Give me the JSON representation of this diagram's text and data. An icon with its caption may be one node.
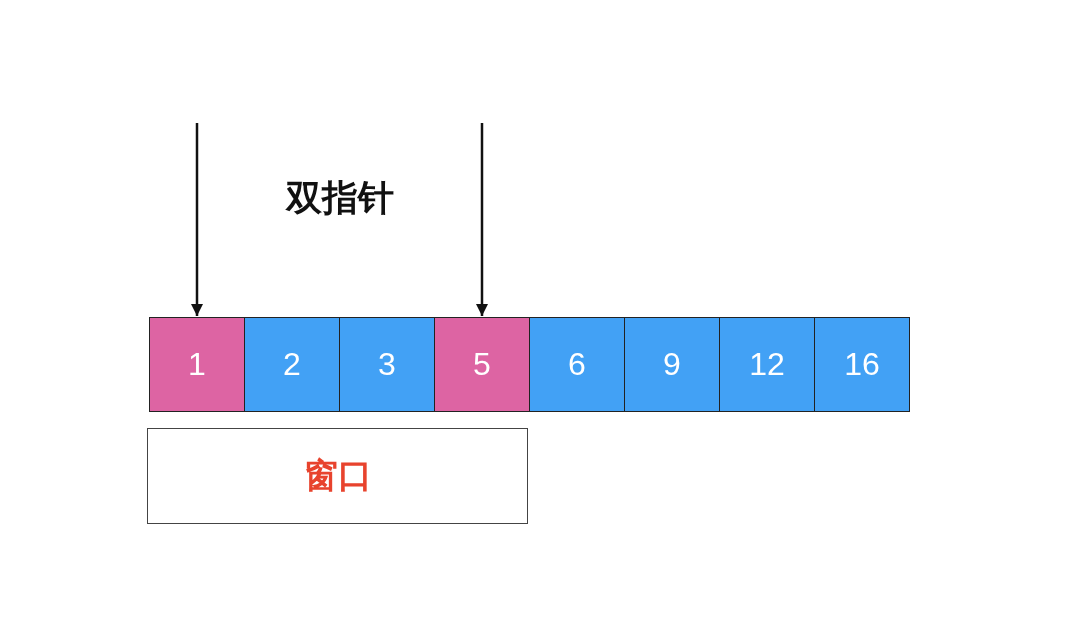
{
  "diagram": {
    "nodes": [
      {
        "text": [
          "1"
        ]
      },
      {
        "text": [
          "2"
        ]
      },
      {
        "text": [
          "3"
        ]
      },
      {
        "text": [
          "5"
        ]
      },
      {
        "text": [
          "6"
        ]
      },
      {
        "text": [
          "9"
        ]
      },
      {
        "text": [
          "12"
        ]
      },
      {
        "text": [
          "16"
        ]
      },
      {
        "text": [
          "窗口"
        ]
      }
    ],
    "edges": [
      {
        "from": null,
        "to": 0,
        "arrow": "to"
      },
      {
        "from": null,
        "to": 3,
        "arrow": "to"
      }
    ],
    "labels": [
      "双指针"
    ]
  }
}
